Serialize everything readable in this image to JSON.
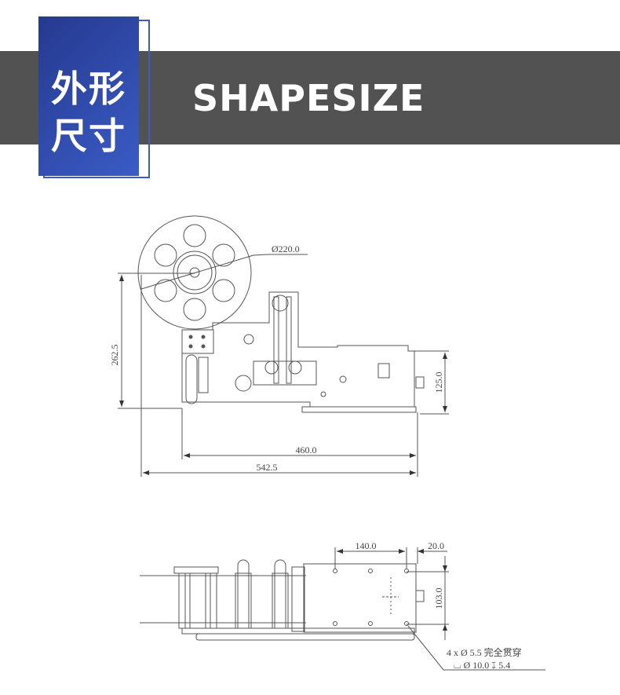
{
  "header": {
    "title_cn_line1": "外形",
    "title_cn_line2": "尺寸",
    "title_en": "SHAPESIZE"
  },
  "colors": {
    "band": "#525252",
    "badge": "#3a5cc6",
    "line": "#555555"
  },
  "front_view": {
    "reel_diameter": "Ø220.0",
    "height": "262.5",
    "body_height": "125.0",
    "body_width": "460.0",
    "total_width": "542.5"
  },
  "top_view": {
    "hole_spacing": "140.0",
    "edge_offset": "20.0",
    "hole_vertical_spacing": "103.0",
    "note_line1": "4 x Ø 5.5 完全贯穿",
    "note_line2": "⌴ Ø 10.0 ↧ 5.4"
  }
}
